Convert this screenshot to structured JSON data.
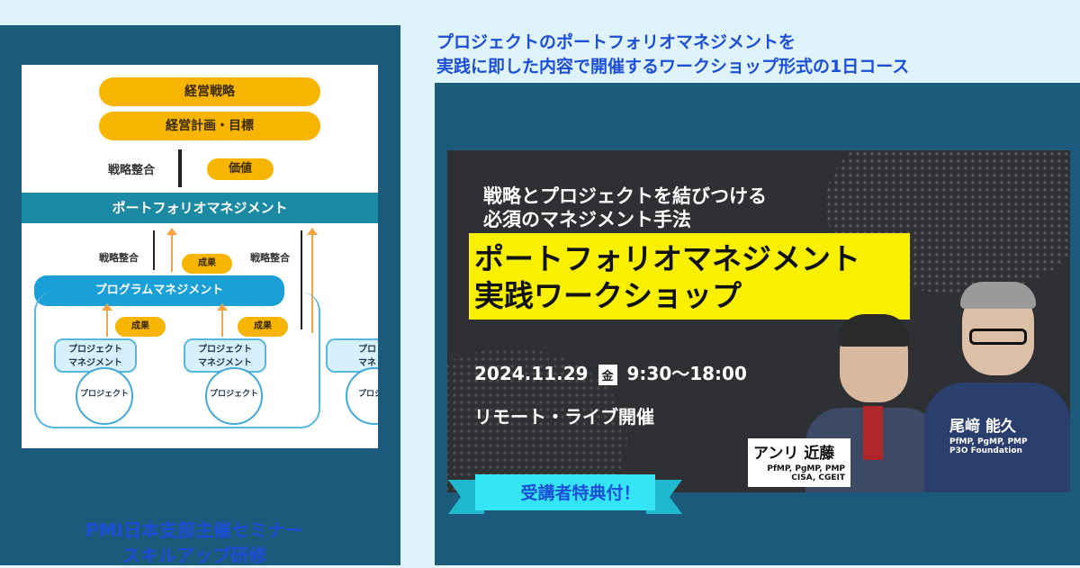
{
  "header": {
    "line1": "プロジェクトのポートフォリオマネジメントを",
    "line2": "実践に即した内容で開催するワークショップ形式の1日コース"
  },
  "diagram": {
    "strategy": "経営戦略",
    "plan": "経営計画・目標",
    "alignment_top": "戦略整合",
    "value": "価値",
    "portfolio": "ポートフォリオマネジメント",
    "alignment_left": "戦略整合",
    "alignment_right": "戦略整合",
    "result_top": "成果",
    "program": "プログラムマネジメント",
    "result_1": "成果",
    "result_2": "成果",
    "pm_box_1": [
      "プロジェクト",
      "マネジメント"
    ],
    "pm_box_2": [
      "プロジェクト",
      "マネジメント"
    ],
    "pm_box_3": [
      "プロ",
      "マネ"
    ],
    "project_1": "プロジェクト",
    "project_2": "プロジェクト",
    "project_3": "プロジェ"
  },
  "banner": {
    "subtitle_1": "戦略とプロジェクトを結びつける",
    "subtitle_2": "必須のマネジメント手法",
    "title_1": "ポートフォリオマネジメント",
    "title_2": "実践ワークショップ",
    "date": "2024.11.29",
    "weekday": "金",
    "time": "9:30〜18:00",
    "mode": "リモート・ライブ開催",
    "speaker_1": {
      "name": "アンリ 近藤",
      "creds_1": "PfMP, PgMP, PMP",
      "creds_2": "CISA, CGEIT"
    },
    "speaker_2": {
      "name": "尾﨑 能久",
      "creds_1": "PfMP, PgMP, PMP",
      "creds_2": "P3O Foundation"
    }
  },
  "ribbon": {
    "label": "受講者特典付！"
  },
  "footer": {
    "line1": "PMI日本支部主催セミナー",
    "line2": "スキルアップ研修"
  },
  "colors": {
    "navy": "#1b5a7a",
    "accent_blue": "#1d4ed8",
    "yellow": "#f9f000",
    "ribbon": "#33e5f5",
    "orange": "#f7b500"
  }
}
